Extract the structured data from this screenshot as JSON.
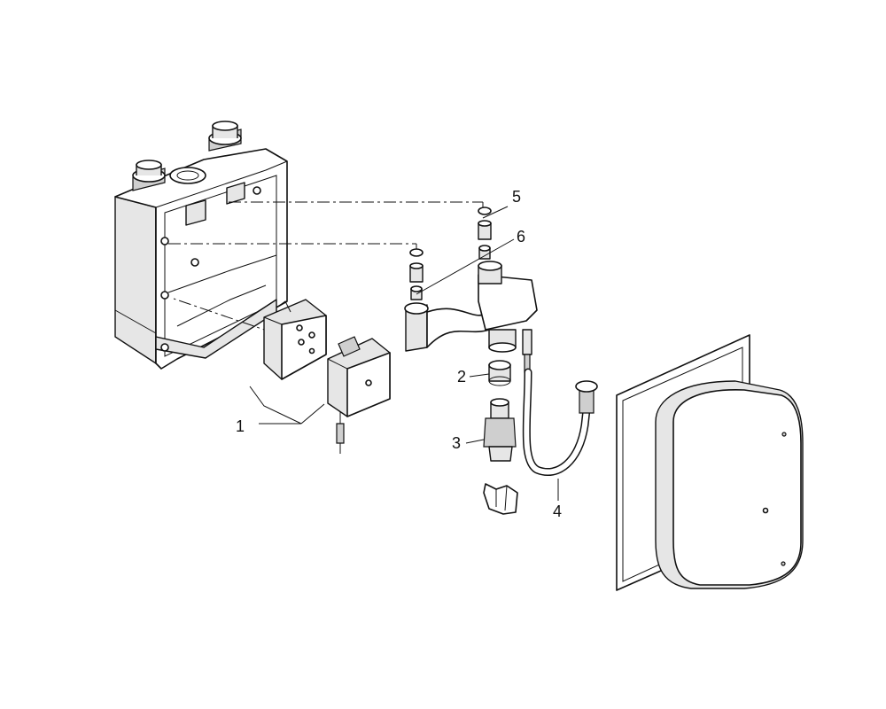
{
  "callouts": [
    {
      "id": "1",
      "label": "1"
    },
    {
      "id": "2",
      "label": "2"
    },
    {
      "id": "3",
      "label": "3"
    },
    {
      "id": "4",
      "label": "4"
    },
    {
      "id": "5",
      "label": "5"
    },
    {
      "id": "6",
      "label": "6"
    }
  ],
  "colors": {
    "line": "#111111",
    "background": "#ffffff",
    "shade": "#e6e6e6"
  }
}
